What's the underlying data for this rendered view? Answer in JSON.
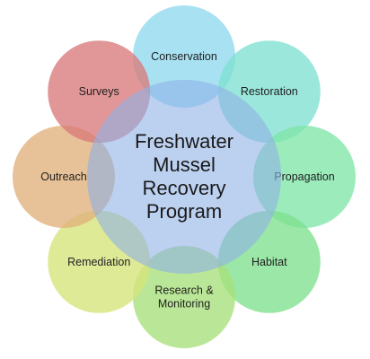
{
  "center": {
    "lines": [
      "Freshwater",
      "Mussel",
      "Recovery",
      "Program"
    ],
    "color": "#8fb0e6"
  },
  "satellites": [
    {
      "label_lines": [
        "Conservation"
      ],
      "color": "#8fd8ee"
    },
    {
      "label_lines": [
        "Restoration"
      ],
      "color": "#7fe0d2"
    },
    {
      "label_lines": [
        "Propagation"
      ],
      "color": "#7fe6a8"
    },
    {
      "label_lines": [
        "Habitat"
      ],
      "color": "#7fe08e"
    },
    {
      "label_lines": [
        "Research &",
        "Monitoring"
      ],
      "color": "#a6e07a"
    },
    {
      "label_lines": [
        "Remediation"
      ],
      "color": "#d6e47a"
    },
    {
      "label_lines": [
        "Outreach"
      ],
      "color": "#e0b07a"
    },
    {
      "label_lines": [
        "Surveys"
      ],
      "color": "#d87a7a"
    }
  ]
}
